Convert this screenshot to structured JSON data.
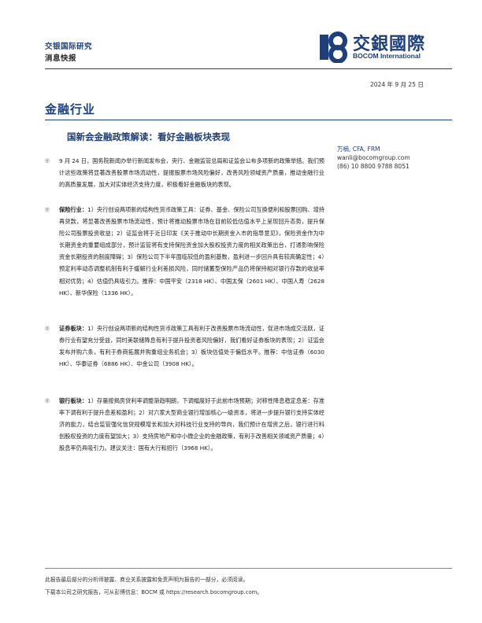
{
  "header": {
    "org": "交银国际研究",
    "kind": "消息快报",
    "logo_cn": "交銀國際",
    "logo_en": "BOCOM International"
  },
  "date": "2024 年 9 月 25 日",
  "section": "金融行业",
  "title": "国新会金融政策解读：看好金融板块表现",
  "author": {
    "name": "万楠, CFA, FRM",
    "email": "wanli@bocomgroup.com",
    "phone": "(86) 10 8800 9788 8051"
  },
  "paragraphs": [
    {
      "lead": "",
      "text": "9 月 24 日，国务院新闻办举行新闻发布会，央行、金融监管总局和证监会公布多项新的政策举措。我们预计这些政策将显著改善股票市场流动性，提振股票市场风险偏好，改善风险领域资产质量，推动金融行业的高质量发展，加大对实体经济支持力度，积极看好金融板块的表现。"
    },
    {
      "lead": "保险行业：",
      "text": "1）央行创设两项新的结构性货币政策工具：证券、基金、保险公司互换便利和股票回购、增持再贷款，将显著改善股票市场流动性，预计将推动股票市场在目前较低估值水平上呈现回升态势，提升保险公司股票投资收益；2）证监会将于近日印发《关于推动中长期资金入市的指导意见》，保险资金作为中长期资金的重要组成部分，预计监管将有支持保险资金加大股权投资力度的相关政策出台，打通影响保险资金长期投资的制度障碍；3）保险公司下半年面临较低的盈利基数，盈利进一步回升具有较高确定性；4）预定利率动态调整机制有利于缓解行业利差损风险，同时储蓄型保险产品仍将保持相对银行存款的收益率相对优势；4）估值仍具吸引力。推荐：中国平安（2318 HK）、中国太保（2601 HK）、中国人寿（2628 HK）、新华保险（1336 HK）。"
    },
    {
      "lead": "证券板块：",
      "text": "1）央行创设两项新的结构性货币政策工具有利于改善股票市场流动性，促进市场成交活跃，证券行业有望充分受益，同时美联储降息有利于提升投资者风险偏好，我们看好证券板块的表现；2）证监会发布并购六条，有利于券商拓展并购重组业务机会；3）板块估值处于偏低水平。推荐：中信证券（6030 HK）、华泰证券（6886 HK）、中金公司（3908 HK）。"
    },
    {
      "lead": "银行板块：",
      "text": "1）存量按揭房贷利率调整渐趋明朗，下调幅度好于此前市场预期；对称性降息稳定息差：存准率下调有利于提升息差和盈利；2）对六家大型商业银行增加核心一级资本，将进一步提升银行支持实体经济的能力，结合监管强化信贷规模增长和加大对科技行业支持的导向，我们预计在增资之后，银行进行科创股权投资的力度有望加大；3）支持房地产和中小微企业的金融政策，有利于改善相关领域资产质量；4）股息率仍具吸引力。建议关注：国有大行和招行（3968 HK）。"
    }
  ],
  "footer": {
    "line1": "此报告最后部分的分析师披露、商业关系披露和免责声明为报告的一部分，必须阅读。",
    "line2": "下载本公司之研究报告，可从彭博信息：BOCM 或 https://research.bocomgroup.com。"
  }
}
